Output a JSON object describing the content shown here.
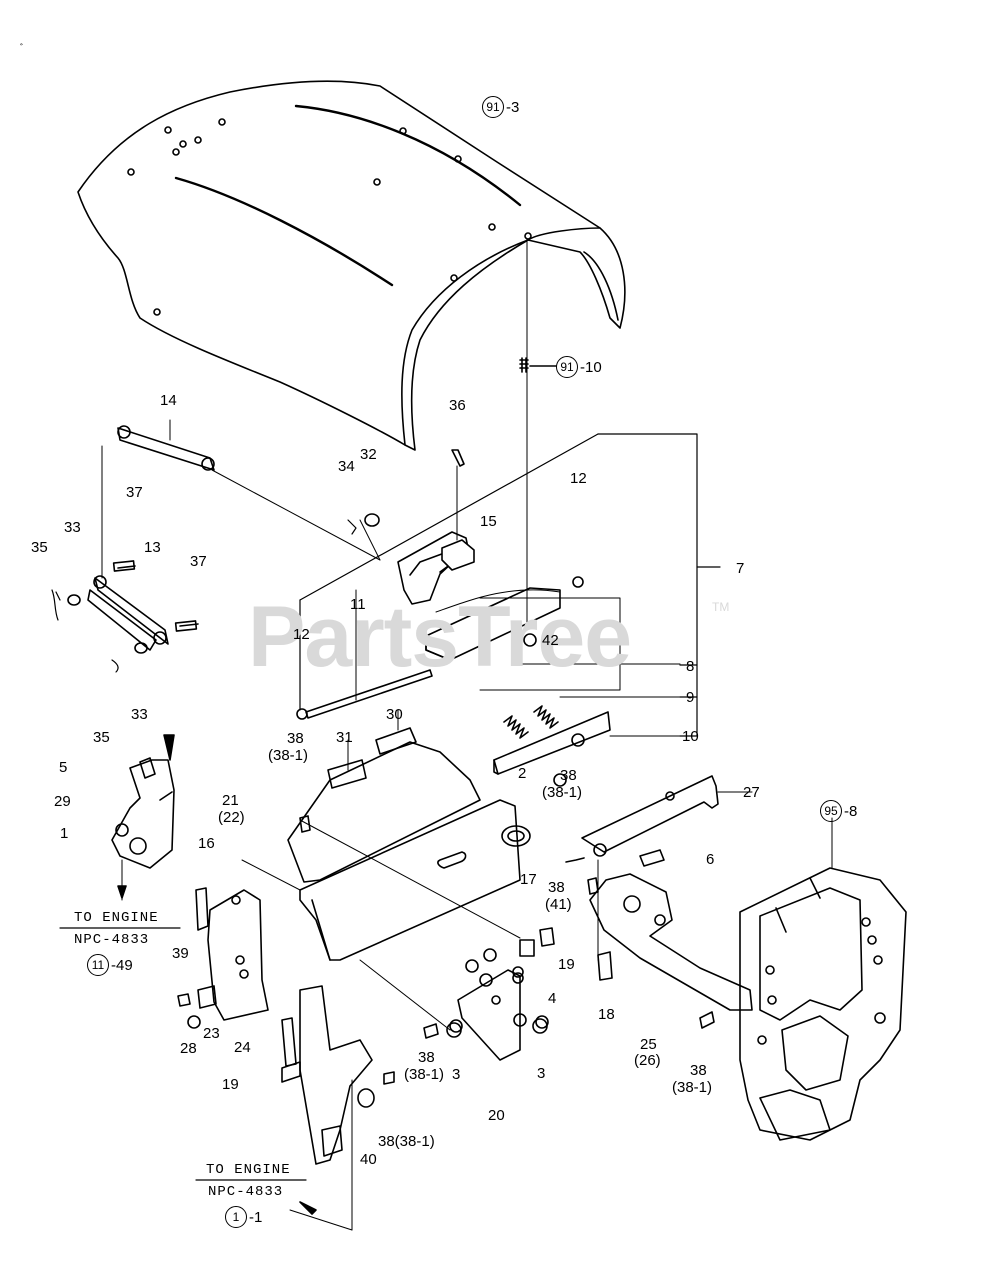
{
  "watermark": {
    "text": "PartsTree",
    "tm": "TM"
  },
  "corner_mark": "ﾞ",
  "callouts": {
    "c91_3": {
      "circle": "91",
      "suffix": "-3"
    },
    "c91_10": {
      "circle": "91",
      "suffix": "-10"
    },
    "c95_8": {
      "circle": "95",
      "suffix": "-8"
    },
    "c11_49": {
      "circle": "11",
      "suffix": "-49"
    },
    "c1_1": {
      "circle": "1",
      "suffix": "-1"
    }
  },
  "references": {
    "to_engine_1": "TO ENGINE",
    "npc_1": "NPC-4833",
    "to_engine_2": "TO ENGINE",
    "npc_2": "NPC-4833"
  },
  "labels": {
    "l14": "14",
    "l36": "36",
    "l34": "34",
    "l32": "32",
    "l37a": "37",
    "l13": "13",
    "l15": "15",
    "l12a": "12",
    "l7": "7",
    "l33a": "33",
    "l35a": "35",
    "l37b": "37",
    "l11": "11",
    "l12b": "12",
    "l42": "42",
    "l8": "8",
    "l9": "9",
    "l35b": "35",
    "l33b": "33",
    "l5": "5",
    "l10": "10",
    "l38a": "38",
    "l38a_sub": "(38-1)",
    "l31": "31",
    "l30": "30",
    "l27": "27",
    "l2": "2",
    "l38b": "38",
    "l38b_sub": "(38-1)",
    "l29": "29",
    "l21": "21",
    "l21_sub": "(22)",
    "l1": "1",
    "l16": "16",
    "l6": "6",
    "l17": "17",
    "l38c": "38",
    "l38c_sub": "(41)",
    "l39": "39",
    "l19a": "19",
    "l4": "4",
    "l18": "18",
    "l25": "25",
    "l25_sub": "(26)",
    "l23": "23",
    "l28": "28",
    "l24": "24",
    "l3a": "3",
    "l3b": "3",
    "l38d": "38",
    "l38d_sub": "(38-1)",
    "l19b": "19",
    "l20": "20",
    "l38e": "38",
    "l38e_sub": "(38-1)",
    "l38f": "38(38-1)",
    "l40": "40"
  }
}
